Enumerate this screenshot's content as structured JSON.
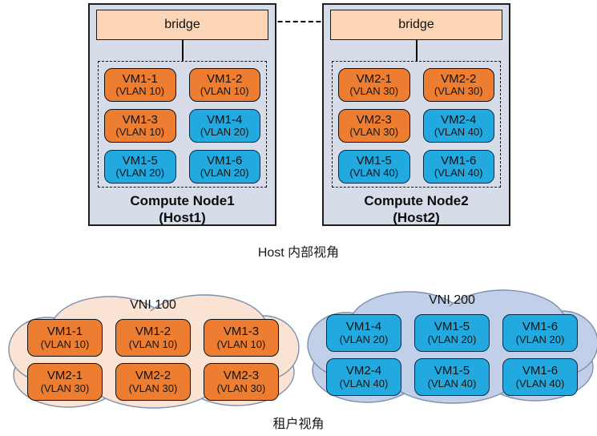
{
  "title_labels": {
    "host_view": "Host 内部视角",
    "tenant_view": "租户视角"
  },
  "hosts": [
    {
      "bridge": "bridge",
      "name_line1": "Compute Node1",
      "name_line2": "(Host1)",
      "vms": [
        {
          "name": "VM1-1",
          "vlan": "(VLAN 10)",
          "type": "orange"
        },
        {
          "name": "VM1-2",
          "vlan": "(VLAN 10)",
          "type": "orange"
        },
        {
          "name": "VM1-3",
          "vlan": "(VLAN 10)",
          "type": "orange"
        },
        {
          "name": "VM1-4",
          "vlan": "(VLAN 20)",
          "type": "blue"
        },
        {
          "name": "VM1-5",
          "vlan": "(VLAN 20)",
          "type": "blue"
        },
        {
          "name": "VM1-6",
          "vlan": "(VLAN 20)",
          "type": "blue"
        }
      ]
    },
    {
      "bridge": "bridge",
      "name_line1": "Compute Node2",
      "name_line2": "(Host2)",
      "vms": [
        {
          "name": "VM2-1",
          "vlan": "(VLAN 30)",
          "type": "orange"
        },
        {
          "name": "VM2-2",
          "vlan": "(VLAN 30)",
          "type": "orange"
        },
        {
          "name": "VM2-3",
          "vlan": "(VLAN 30)",
          "type": "orange"
        },
        {
          "name": "VM2-4",
          "vlan": "(VLAN 40)",
          "type": "blue"
        },
        {
          "name": "VM1-5",
          "vlan": "(VLAN 40)",
          "type": "blue"
        },
        {
          "name": "VM1-6",
          "vlan": "(VLAN 40)",
          "type": "blue"
        }
      ]
    }
  ],
  "clouds": [
    {
      "label": "VNI 100",
      "theme": "peach",
      "vms": [
        {
          "name": "VM1-1",
          "vlan": "(VLAN 10)",
          "type": "orange"
        },
        {
          "name": "VM1-2",
          "vlan": "(VLAN 10)",
          "type": "orange"
        },
        {
          "name": "VM1-3",
          "vlan": "(VLAN 10)",
          "type": "orange"
        },
        {
          "name": "VM2-1",
          "vlan": "(VLAN 30)",
          "type": "orange"
        },
        {
          "name": "VM2-2",
          "vlan": "(VLAN 30)",
          "type": "orange"
        },
        {
          "name": "VM2-3",
          "vlan": "(VLAN 30)",
          "type": "orange"
        }
      ]
    },
    {
      "label": "VNI 200",
      "theme": "blue",
      "vms": [
        {
          "name": "VM1-4",
          "vlan": "(VLAN 20)",
          "type": "blue"
        },
        {
          "name": "VM1-5",
          "vlan": "(VLAN 20)",
          "type": "blue"
        },
        {
          "name": "VM1-6",
          "vlan": "(VLAN 20)",
          "type": "blue"
        },
        {
          "name": "VM2-4",
          "vlan": "(VLAN 40)",
          "type": "blue"
        },
        {
          "name": "VM1-5",
          "vlan": "(VLAN 40)",
          "type": "blue"
        },
        {
          "name": "VM1-6",
          "vlan": "(VLAN 40)",
          "type": "blue"
        }
      ]
    }
  ],
  "colors": {
    "orange_vm": "#ED7D31",
    "blue_vm": "#22A9E0",
    "bridge_fill": "#FBD5B5",
    "host_fill": "#D6DCE8",
    "cloud_peach_fill": "#FAE3D3",
    "cloud_blue_fill": "#C2CFE8",
    "cloud_stroke": "#7D90AD"
  }
}
